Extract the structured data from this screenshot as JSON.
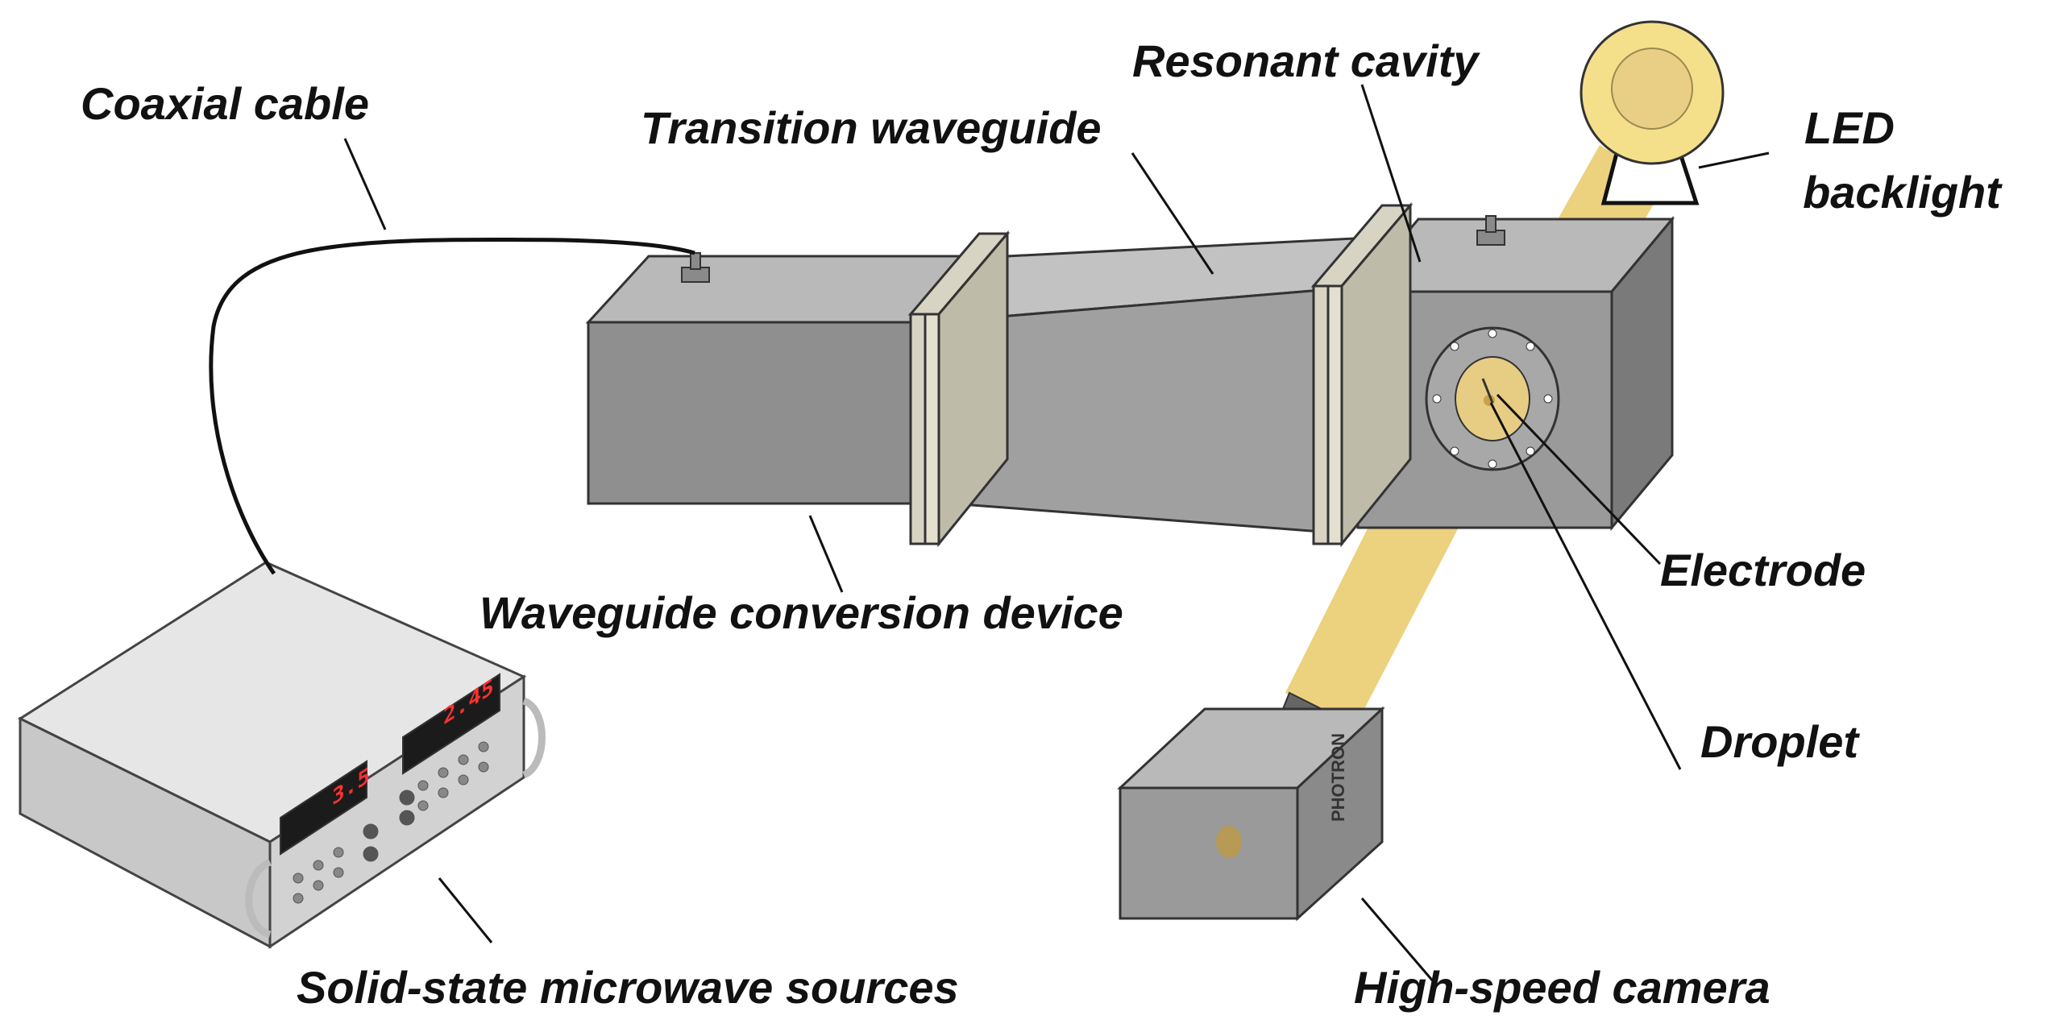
{
  "figure": {
    "labels": {
      "coaxial_cable": "Coaxial cable",
      "transition_waveguide": "Transition waveguide",
      "resonant_cavity": "Resonant cavity",
      "led_backlight_line1": "LED",
      "led_backlight_line2": "backlight",
      "waveguide_conversion_device": "Waveguide conversion device",
      "electrode": "Electrode",
      "droplet": "Droplet",
      "solid_state_microwave_sources": "Solid-state microwave sources",
      "high_speed_camera": "High-speed camera"
    },
    "source_display_left": "3.5",
    "source_display_right": "2.45",
    "camera_brand": "PHOTRON"
  },
  "colors": {
    "metal_front": "#8f8f8f",
    "metal_top": "#b9b9b9",
    "metal_side": "#7a7a7a",
    "flange": "#d8d4c4",
    "light_beam": "#e9c968",
    "led_glow": "#f4e08a",
    "source_body": "#cfcfcf"
  }
}
